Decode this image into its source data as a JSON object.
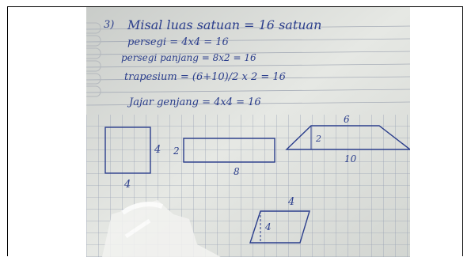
{
  "notebook": {
    "lines": [
      {
        "text": "3)"
      },
      {
        "text": "Misal luas satuan = 16 satuan"
      },
      {
        "text": "persegi  =   4x4 = 16"
      },
      {
        "text": "persegi panjang =  8x2 = 16"
      },
      {
        "text": "trapesium  =  (6+10)/2 x 2 = 16"
      },
      {
        "text": "Jajar genjang  =   4x4  = 16"
      }
    ],
    "figures": {
      "square": {
        "side_label": "4",
        "bottom_label": "4"
      },
      "rectangle": {
        "left_label": "2",
        "bottom_label": "8"
      },
      "trapezoid": {
        "top_label": "6",
        "height_label": "2",
        "bottom_label": "10"
      },
      "parallelogram": {
        "top_label": "4",
        "height_label": "4"
      }
    }
  },
  "colors": {
    "ink": "#2b3e8c",
    "grid": "#9aa3b5",
    "paper": "#e3e6e2"
  }
}
